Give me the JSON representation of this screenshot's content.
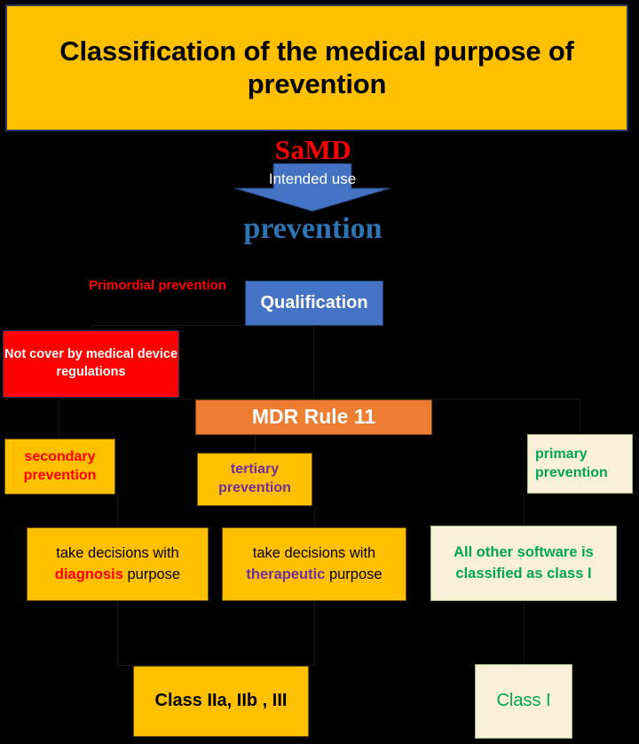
{
  "title": {
    "text": "Classification of the medical purpose of prevention"
  },
  "flow": {
    "samd_label": "SaMD",
    "intended_use_label": "Intended use",
    "prevention_label": "prevention",
    "primordial_label": "Primordial prevention",
    "qualification_label": "Qualification",
    "not_covered_label": "Not cover by medical device regulations",
    "mdr_rule_label": "MDR Rule 11"
  },
  "prevention_types": {
    "secondary": "secondary prevention",
    "tertiary": "tertiary prevention",
    "primary": "primary prevention"
  },
  "decisions": {
    "diagnosis": {
      "prefix": "take decisions with",
      "keyword": "diagnosis",
      "suffix": " purpose"
    },
    "therapeutic": {
      "prefix": "take decisions with",
      "keyword": "therapeutic",
      "suffix": " purpose"
    },
    "all_other": "All other software is classified as class I"
  },
  "outcomes": {
    "class_iia_iib_iii": "Class IIa, IIb , III",
    "class_i": "Class I"
  },
  "colors": {
    "background": "#000000",
    "title_fill": "#FFC000",
    "title_border": "#2E3A64",
    "samd_red": "#FF0000",
    "arrow_blue": "#4472C4",
    "prevention_blue": "#2E74B5",
    "qualification_fill": "#4472C4",
    "not_covered_fill": "#FF0000",
    "mdr_fill": "#ED7D31",
    "amber_fill": "#FFC000",
    "cream_fill": "#FAF0D7",
    "green_text": "#00A650",
    "purple_text": "#7030A0",
    "red_text": "#FF0000"
  },
  "icons": {
    "down_arrow": "down-arrow-icon"
  }
}
